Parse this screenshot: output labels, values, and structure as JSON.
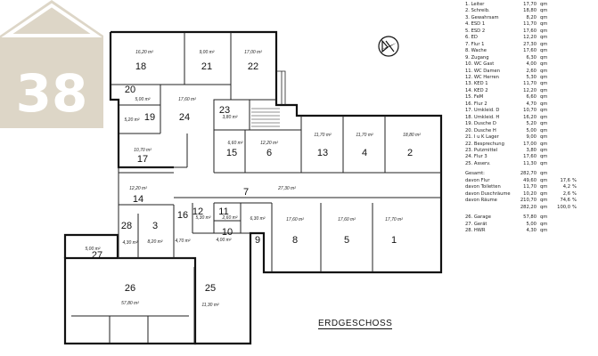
{
  "logo": {
    "text": "38",
    "color": "#ddd6c7"
  },
  "title": "ERDGESCHOSS",
  "rooms": [
    {
      "id": "18",
      "num": "18",
      "area": "16,20 m²"
    },
    {
      "id": "21",
      "num": "21",
      "area": "9,00 m²"
    },
    {
      "id": "22",
      "num": "22",
      "area": "17,00 m²"
    },
    {
      "id": "20",
      "num": "20",
      "area": "5,00 m²"
    },
    {
      "id": "24",
      "num": "24",
      "area": "17,60 m²"
    },
    {
      "id": "19",
      "num": "19",
      "area": "5,20 m²"
    },
    {
      "id": "23",
      "num": "23",
      "area": "3,80 m²"
    },
    {
      "id": "17",
      "num": "17",
      "area": "10,70 m²"
    },
    {
      "id": "15",
      "num": "15",
      "area": "6,60 m²"
    },
    {
      "id": "6",
      "num": "6",
      "area": "12,20 m²"
    },
    {
      "id": "13",
      "num": "13",
      "area": "11,70 m²"
    },
    {
      "id": "4",
      "num": "4",
      "area": "11,70 m²"
    },
    {
      "id": "2",
      "num": "2",
      "area": "18,80 m²"
    },
    {
      "id": "14",
      "num": "14",
      "area": "12,20 m²"
    },
    {
      "id": "7",
      "num": "7",
      "area": "27,30 m²"
    },
    {
      "id": "12",
      "num": "12",
      "area": "5,30 m²"
    },
    {
      "id": "11",
      "num": "11",
      "area": "2,60 m²"
    },
    {
      "id": "16",
      "num": "16",
      "area": "4,70 m²"
    },
    {
      "id": "28",
      "num": "28",
      "area": "4,30 m²"
    },
    {
      "id": "3",
      "num": "3",
      "area": "8,20 m²"
    },
    {
      "id": "10",
      "num": "10",
      "area": "4,00 m²"
    },
    {
      "id": "9",
      "num": "9",
      "area": "6,30 m²"
    },
    {
      "id": "8",
      "num": "8",
      "area": "17,60 m²"
    },
    {
      "id": "5",
      "num": "5",
      "area": "17,60 m²"
    },
    {
      "id": "1",
      "num": "1",
      "area": "17,70 m²"
    },
    {
      "id": "27",
      "num": "27",
      "area": "5,00 m²"
    },
    {
      "id": "26",
      "num": "26",
      "area": "57,80 m²"
    },
    {
      "id": "25",
      "num": "25",
      "area": "11,30 m²"
    }
  ],
  "legend": [
    {
      "n": "1.",
      "name": "Leiter",
      "v": "17,70",
      "u": "qm"
    },
    {
      "n": "2.",
      "name": "Schreib.",
      "v": "18,80",
      "u": "qm"
    },
    {
      "n": "3.",
      "name": "Gewahrsam",
      "v": "8,20",
      "u": "qm"
    },
    {
      "n": "4.",
      "name": "ESD 1",
      "v": "11,70",
      "u": "qm"
    },
    {
      "n": "5.",
      "name": "ESD 2",
      "v": "17,60",
      "u": "qm"
    },
    {
      "n": "6.",
      "name": "ED",
      "v": "12,20",
      "u": "qm"
    },
    {
      "n": "7.",
      "name": "Flur 1",
      "v": "27,30",
      "u": "qm"
    },
    {
      "n": "8.",
      "name": "Wache",
      "v": "17,60",
      "u": "qm"
    },
    {
      "n": "9.",
      "name": "Zugang",
      "v": "6,30",
      "u": "qm"
    },
    {
      "n": "10.",
      "name": "WC Gast",
      "v": "4,00",
      "u": "qm"
    },
    {
      "n": "11.",
      "name": "WC Damen",
      "v": "2,60",
      "u": "qm"
    },
    {
      "n": "12.",
      "name": "WC Herren",
      "v": "5,30",
      "u": "qm"
    },
    {
      "n": "13.",
      "name": "KED 1",
      "v": "11,70",
      "u": "qm"
    },
    {
      "n": "14.",
      "name": "KED 2",
      "v": "12,20",
      "u": "qm"
    },
    {
      "n": "15.",
      "name": "FeM",
      "v": "6,60",
      "u": "qm"
    },
    {
      "n": "16.",
      "name": "Flur 2",
      "v": "4,70",
      "u": "qm"
    },
    {
      "n": "17.",
      "name": "Umkleid. D",
      "v": "10,70",
      "u": "qm"
    },
    {
      "n": "18.",
      "name": "Umkleid. H",
      "v": "16,20",
      "u": "qm"
    },
    {
      "n": "19.",
      "name": "Dusche D",
      "v": "5,20",
      "u": "qm"
    },
    {
      "n": "20.",
      "name": "Dusche H",
      "v": "5,00",
      "u": "qm"
    },
    {
      "n": "21.",
      "name": "I u K Lager",
      "v": "9,00",
      "u": "qm"
    },
    {
      "n": "22.",
      "name": "Besprechung",
      "v": "17,00",
      "u": "qm"
    },
    {
      "n": "23.",
      "name": "Putzmittel",
      "v": "3,80",
      "u": "qm"
    },
    {
      "n": "24.",
      "name": "Flur 3",
      "v": "17,60",
      "u": "qm"
    },
    {
      "n": "25.",
      "name": "Asserv.",
      "v": "11,30",
      "u": "qm"
    }
  ],
  "totals": [
    {
      "name": "Gesamt:",
      "v": "282,70",
      "u": "qm",
      "p": "",
      "pu": ""
    },
    {
      "name": "davon Flur",
      "v": "49,60",
      "u": "qm",
      "p": "17,6",
      "pu": "%"
    },
    {
      "name": "davon Toiletten",
      "v": "11,70",
      "u": "qm",
      "p": "4,2",
      "pu": "%"
    },
    {
      "name": "davon Duschräume",
      "v": "10,20",
      "u": "qm",
      "p": "2,6",
      "pu": "%"
    },
    {
      "name": "davon Räume",
      "v": "210,70",
      "u": "qm",
      "p": "74,6",
      "pu": "%"
    },
    {
      "name": "",
      "v": "282,20",
      "u": "qm",
      "p": "100,0",
      "pu": "%"
    }
  ],
  "extra": [
    {
      "n": "26.",
      "name": "Garage",
      "v": "57,80",
      "u": "qm"
    },
    {
      "n": "27.",
      "name": "Gerät",
      "v": "5,00",
      "u": "qm"
    },
    {
      "n": "28.",
      "name": "HWR",
      "v": "4,30",
      "u": "qm"
    }
  ]
}
